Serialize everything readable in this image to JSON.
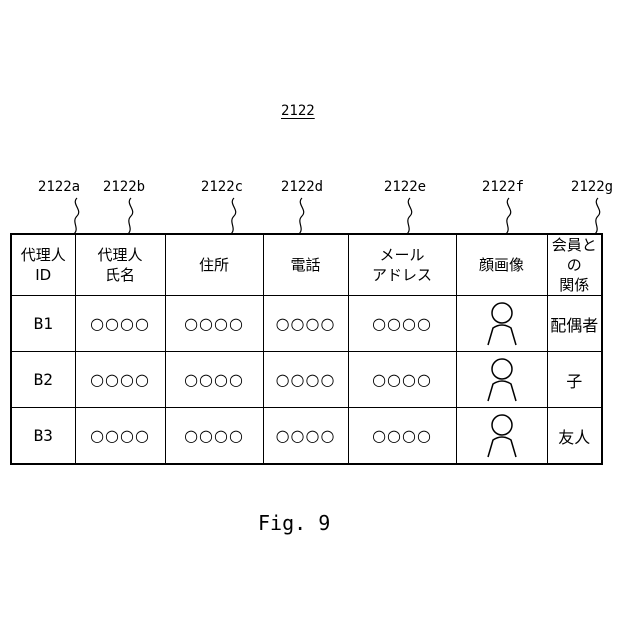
{
  "figure": {
    "title": "2122",
    "caption": "Fig. 9"
  },
  "ref_labels": [
    "2122a",
    "2122b",
    "2122c",
    "2122d",
    "2122e",
    "2122f",
    "2122g"
  ],
  "table": {
    "headers": [
      {
        "line1": "代理人",
        "line2": "ID"
      },
      {
        "line1": "代理人",
        "line2": "氏名"
      },
      {
        "line1": "住所",
        "line2": ""
      },
      {
        "line1": "電話",
        "line2": ""
      },
      {
        "line1": "メール",
        "line2": "アドレス"
      },
      {
        "line1": "顔画像",
        "line2": ""
      },
      {
        "line1": "会員との",
        "line2": "関係"
      }
    ],
    "rows": [
      {
        "id": "B1",
        "name": "○○○○",
        "address": "○○○○",
        "phone": "○○○○",
        "email": "○○○○",
        "face_icon": "person-silhouette-icon",
        "relation": "配偶者"
      },
      {
        "id": "B2",
        "name": "○○○○",
        "address": "○○○○",
        "phone": "○○○○",
        "email": "○○○○",
        "face_icon": "person-silhouette-icon",
        "relation": "子"
      },
      {
        "id": "B3",
        "name": "○○○○",
        "address": "○○○○",
        "phone": "○○○○",
        "email": "○○○○",
        "face_icon": "person-silhouette-icon",
        "relation": "友人"
      }
    ]
  }
}
